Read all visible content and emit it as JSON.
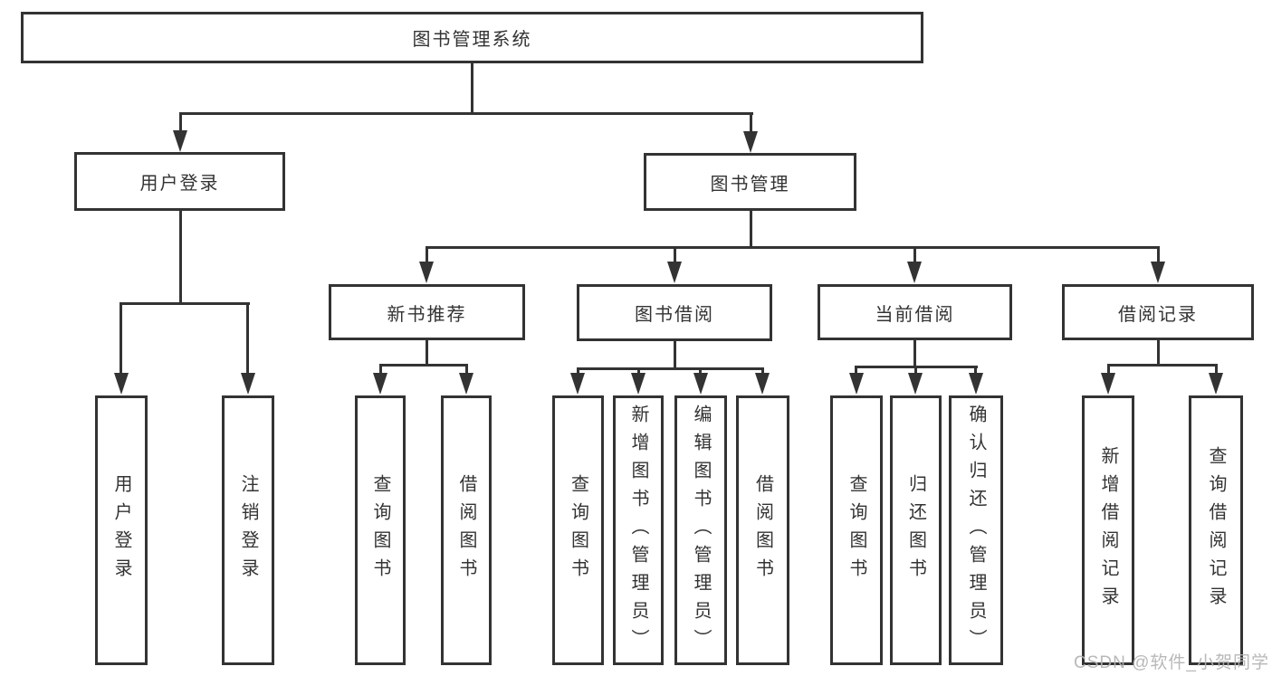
{
  "diagram_type": "hierarchy-flowchart",
  "colors": {
    "line": "#333333",
    "box_border": "#333333",
    "box_background": "#ffffff",
    "text": "#333333",
    "watermark": "#b2b2b2",
    "page_background": "#ffffff"
  },
  "tree": {
    "root": {
      "label": "图书管理系统"
    },
    "branches": [
      {
        "label": "用户登录",
        "children": [
          {
            "label": "用户登录"
          },
          {
            "label": "注销登录"
          }
        ]
      },
      {
        "label": "图书管理",
        "children": [
          {
            "label": "新书推荐",
            "children": [
              {
                "label": "查询图书"
              },
              {
                "label": "借阅图书"
              }
            ]
          },
          {
            "label": "图书借阅",
            "children": [
              {
                "label": "查询图书"
              },
              {
                "label": "新增图书（管理员）"
              },
              {
                "label": "编辑图书（管理员）"
              },
              {
                "label": "借阅图书"
              }
            ]
          },
          {
            "label": "当前借阅",
            "children": [
              {
                "label": "查询图书"
              },
              {
                "label": "归还图书"
              },
              {
                "label": "确认归还（管理员）"
              }
            ]
          },
          {
            "label": "借阅记录",
            "children": [
              {
                "label": "新增借阅记录"
              },
              {
                "label": "查询借阅记录"
              }
            ]
          }
        ]
      }
    ]
  },
  "watermark": {
    "text": "CSDN @软件_小贺同学"
  }
}
